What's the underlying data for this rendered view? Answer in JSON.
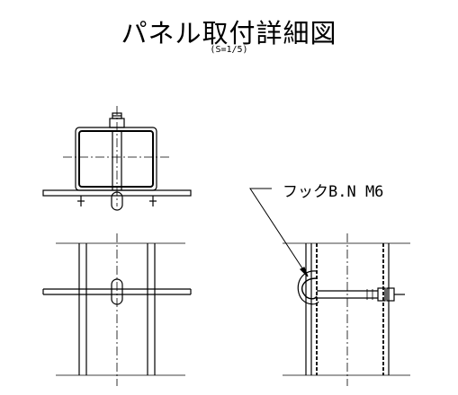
{
  "title": "パネル取付詳細図",
  "scale": "(S=1/5)",
  "callout_label": "フックB.N M6",
  "colors": {
    "line": "#000000",
    "background": "#ffffff"
  }
}
